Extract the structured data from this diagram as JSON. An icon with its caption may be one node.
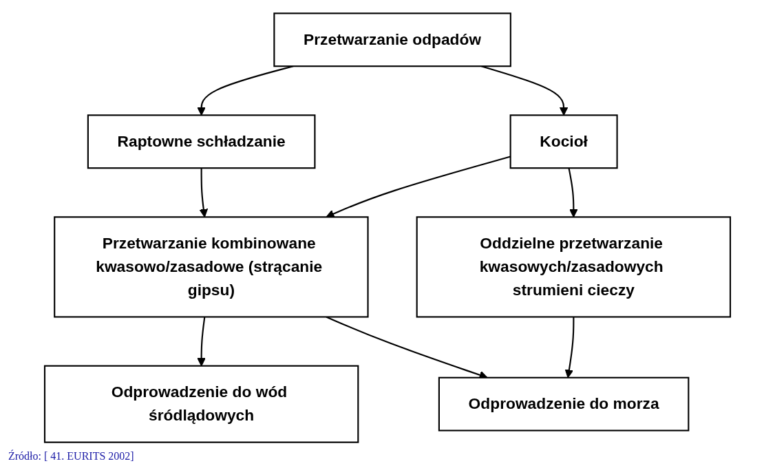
{
  "diagram": {
    "caption": "Źródło: [ 41. EURITS 2002]",
    "nodes": [
      {
        "text": [
          "Przetwarzanie odpadów"
        ]
      },
      {
        "text": [
          "Raptowne schładzanie"
        ]
      },
      {
        "text": [
          "Kocioł"
        ]
      },
      {
        "text": [
          "Przetwarzanie kombinowane kwasowo/zasadowe (strącanie gipsu)"
        ]
      },
      {
        "text": [
          "Oddzielne przetwarzanie kwasowych/zasadowych strumieni cieczy"
        ]
      },
      {
        "text": [
          "Odprowadzenie do wód śródlądowych"
        ]
      },
      {
        "text": [
          "Odprowadzenie do morza"
        ]
      }
    ],
    "edges": [
      {
        "from": 0,
        "to": 1,
        "arrow": "to"
      },
      {
        "from": 0,
        "to": 2,
        "arrow": "to"
      },
      {
        "from": 1,
        "to": 3,
        "arrow": "to"
      },
      {
        "from": 2,
        "to": 3,
        "arrow": "to"
      },
      {
        "from": 2,
        "to": 4,
        "arrow": "to"
      },
      {
        "from": 3,
        "to": 5,
        "arrow": "to"
      },
      {
        "from": 3,
        "to": 6,
        "arrow": "to"
      },
      {
        "from": 4,
        "to": 6,
        "arrow": "to"
      }
    ]
  }
}
